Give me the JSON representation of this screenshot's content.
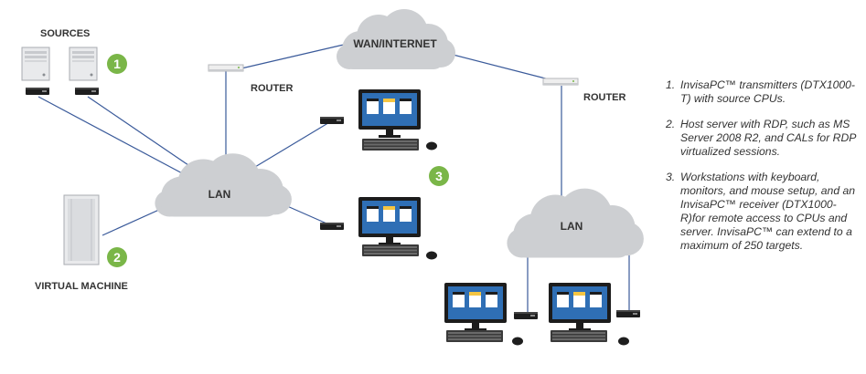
{
  "labels": {
    "sources": "SOURCES",
    "wan": "WAN/INTERNET",
    "router_left": "ROUTER",
    "router_right": "ROUTER",
    "lan_left": "LAN",
    "lan_right": "LAN",
    "virtual_machine": "VIRTUAL MACHINE"
  },
  "badges": [
    "1",
    "2",
    "3"
  ],
  "legend": [
    {
      "num": "1.",
      "text": "InvisaPC™ transmitters (DTX1000-T) with source CPUs."
    },
    {
      "num": "2.",
      "text": "Host server with RDP, such as MS Server 2008 R2, and CALs for RDP virtualized sessions."
    },
    {
      "num": "3.",
      "text": "Workstations with keyboard, monitors, and mouse setup, and an InvisaPC™ receiver (DTX1000-R)for remote access to CPUs and server. InvisaPC™ can extend to a maximum of 250 targets."
    }
  ],
  "colors": {
    "badge": "#7ab648",
    "cloud": "#cdcfd2",
    "link": "#3a5a9a",
    "monitor_screen": "#2f6fb5",
    "window_header": "#f5c542"
  }
}
